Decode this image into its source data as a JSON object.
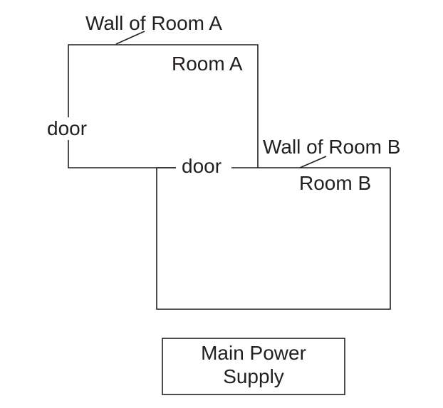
{
  "labels": {
    "wall_a": "Wall of Room A",
    "room_a": "Room A",
    "door_left": "door",
    "door_middle": "door",
    "wall_b": "Wall of Room B",
    "room_b": "Room B",
    "power_line1": "Main Power",
    "power_line2": "Supply"
  }
}
